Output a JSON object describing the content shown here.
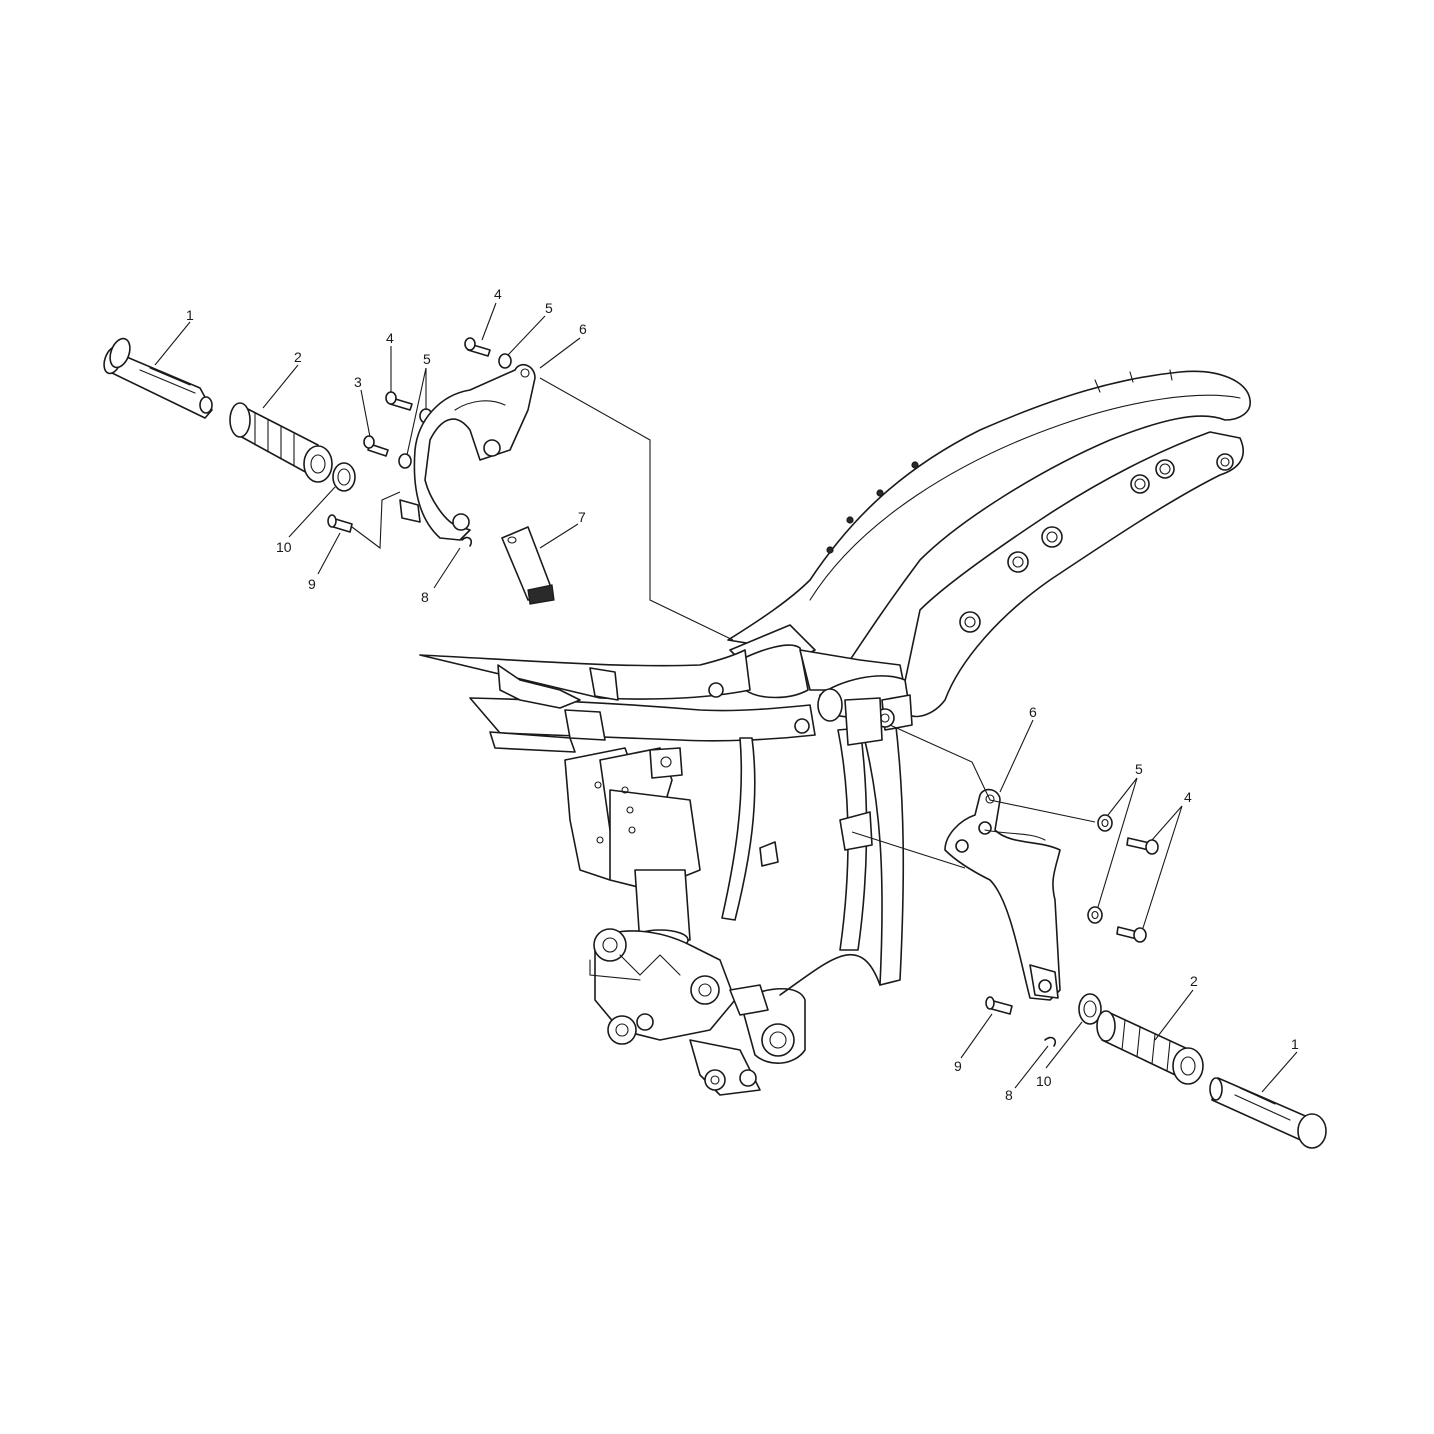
{
  "callouts": {
    "left": {
      "c1": "1",
      "c2": "2",
      "c3": "3",
      "c4a": "4",
      "c4b": "4",
      "c5a": "5",
      "c5b": "5",
      "c6": "6",
      "c7": "7",
      "c8": "8",
      "c9": "9",
      "c10": "10"
    },
    "right": {
      "c1": "1",
      "c2": "2",
      "c4": "4",
      "c5": "5",
      "c6": "6",
      "c8": "8",
      "c9": "9",
      "c10": "10"
    }
  },
  "colors": {
    "line": "#1a1a1a",
    "background": "#ffffff"
  }
}
